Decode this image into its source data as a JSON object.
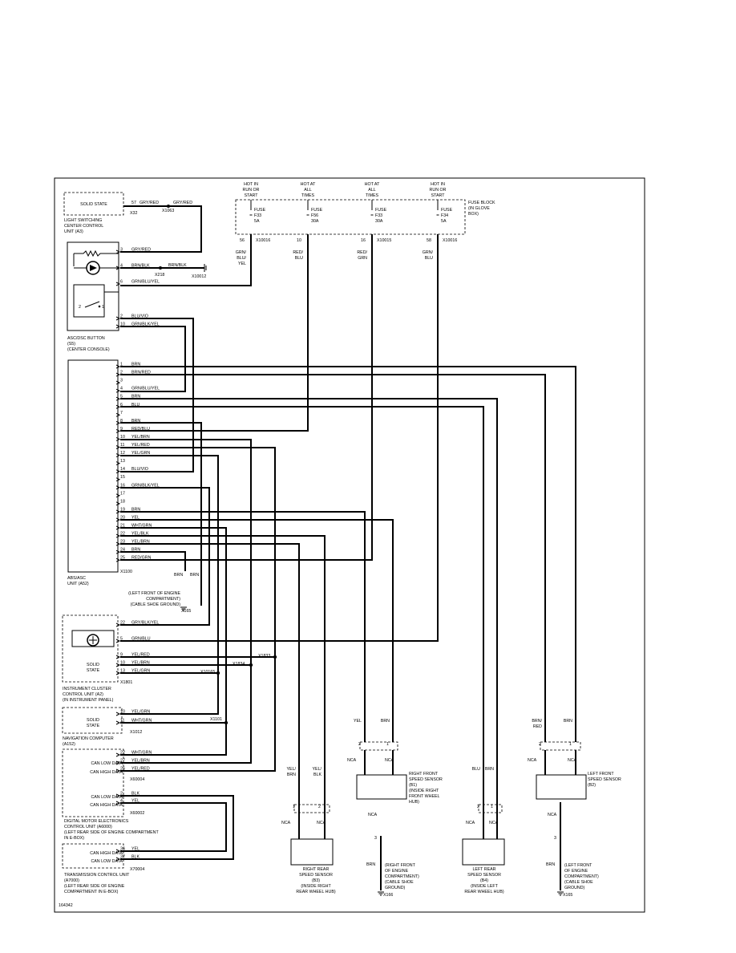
{
  "figure_id": "164342",
  "fuses": [
    {
      "hot": [
        "HOT IN",
        "RUN OR",
        "START"
      ],
      "fuse": [
        "FUSE",
        "F33",
        "5A"
      ],
      "pin": "56",
      "conn": "X10016",
      "wire": [
        "GRN/",
        "BLU/",
        "YEL"
      ]
    },
    {
      "hot": [
        "HOT AT",
        "ALL",
        "TIMES"
      ],
      "fuse": [
        "FUSE",
        "F56",
        "30A"
      ],
      "pin": "10",
      "conn": "",
      "wire": [
        "RED/",
        "BLU"
      ]
    },
    {
      "hot": [
        "HOT AT",
        "ALL",
        "TIMES"
      ],
      "fuse": [
        "FUSE",
        "F33",
        "30A"
      ],
      "pin": "16",
      "conn": "X10015",
      "wire": [
        "RED/",
        "GRN"
      ]
    },
    {
      "hot": [
        "HOT IN",
        "RUN OR",
        "START"
      ],
      "fuse": [
        "FUSE",
        "F34",
        "5A"
      ],
      "pin": "58",
      "conn": "X10016",
      "wire": [
        "GRN/",
        "BLU"
      ]
    }
  ],
  "fuse_block": [
    "FUSE BLOCK",
    "(IN GLOVE",
    "BOX)"
  ],
  "light_switch": {
    "inner": "SOLID STATE",
    "pin": "57",
    "wire": "GRY/RED",
    "conn": "X32",
    "splice": "X1063",
    "wire2": "GRY/RED",
    "label": [
      "LIGHT SWITCHING",
      "CENTER CONTROL",
      "UNIT (A3)"
    ]
  },
  "asc_button": {
    "pins": [
      {
        "pin": "3",
        "wire": "GRY/RED"
      },
      {
        "pin": "4",
        "wire": "BRN/BLK"
      },
      {
        "pin": "6",
        "wire": "GRN/BLU/YEL"
      },
      {
        "pin": "2",
        "wire": "BLU/VIO"
      },
      {
        "pin": "10",
        "wire": "GRN/BLK/YEL"
      }
    ],
    "switch_pins": [
      "2",
      "1"
    ],
    "ground": {
      "splice": "X218",
      "wire": "BRN/BLK",
      "conn": "X10012"
    },
    "label": [
      "ASC/DSC BUTTON",
      "(S5)",
      "(CENTER CONSOLE)"
    ]
  },
  "abs_unit": {
    "pins": [
      {
        "pin": "1",
        "wire": "BRN"
      },
      {
        "pin": "2",
        "wire": "BRN/RED"
      },
      {
        "pin": "3",
        "wire": ""
      },
      {
        "pin": "4",
        "wire": "GRN/BLU/YEL"
      },
      {
        "pin": "5",
        "wire": "BRN"
      },
      {
        "pin": "6",
        "wire": "BLU"
      },
      {
        "pin": "7",
        "wire": ""
      },
      {
        "pin": "8",
        "wire": "BRN"
      },
      {
        "pin": "9",
        "wire": "RED/BLU"
      },
      {
        "pin": "10",
        "wire": "YEL/BRN"
      },
      {
        "pin": "11",
        "wire": "YEL/RED"
      },
      {
        "pin": "12",
        "wire": "YEL/GRN"
      },
      {
        "pin": "13",
        "wire": ""
      },
      {
        "pin": "14",
        "wire": "BLU/VIO"
      },
      {
        "pin": "15",
        "wire": ""
      },
      {
        "pin": "16",
        "wire": "GRN/BLK/YEL"
      },
      {
        "pin": "17",
        "wire": ""
      },
      {
        "pin": "18",
        "wire": ""
      },
      {
        "pin": "19",
        "wire": "BRN"
      },
      {
        "pin": "20",
        "wire": "YEL"
      },
      {
        "pin": "21",
        "wire": "WHT/GRN"
      },
      {
        "pin": "22",
        "wire": "YEL/BLK"
      },
      {
        "pin": "23",
        "wire": "YEL/BRN"
      },
      {
        "pin": "24",
        "wire": "BRN"
      },
      {
        "pin": "25",
        "wire": "RED/GRN"
      }
    ],
    "conn": "X1100",
    "label": [
      "ABS/ASC",
      "UNIT (A52)"
    ]
  },
  "engine_ground": {
    "wires": [
      "BRN",
      "BRN"
    ],
    "label": [
      "(LEFT FRONT OF ENGINE",
      "COMPARTMENT)",
      "(CABLE SHOE GROUND)"
    ],
    "conn": "X165"
  },
  "cluster": {
    "pins": [
      {
        "pin": "22",
        "wire": "GRY/BLK/YEL"
      },
      {
        "pin": "5",
        "wire": "GRN/BLU"
      },
      {
        "pin": "9",
        "wire": "YEL/RED"
      },
      {
        "pin": "10",
        "wire": "YEL/BRN"
      },
      {
        "pin": "13",
        "wire": "YEL/GRN"
      }
    ],
    "conn": "X1801",
    "inner": [
      "SOLID",
      "STATE"
    ],
    "splices": [
      "X1833",
      "X1834",
      "X10165"
    ],
    "label": [
      "INSTRUMENT CLUSTER",
      "CONTROL UNIT (A2)",
      "(IN INSTRUMENT PANEL)"
    ]
  },
  "nav": {
    "inner": [
      "SOLID",
      "STATE"
    ],
    "pins": [
      {
        "pin": "10",
        "wire": "YEL/GRN"
      },
      {
        "pin": "11",
        "wire": "WHT/GRN"
      }
    ],
    "conn": "X1012",
    "splice": "X1101",
    "label": [
      "NAVIGATION COMPUTER",
      "(A152)"
    ]
  },
  "dme": {
    "block1": {
      "labels": [
        "CAN LOW DATA",
        "CAN HIGH DATA"
      ],
      "pins": [
        {
          "pin": "22",
          "wire": "WHT/GRN"
        },
        {
          "pin": "27",
          "wire": "YEL/BRN"
        },
        {
          "pin": "26",
          "wire": "YEL/RED"
        }
      ],
      "conn": "X60004"
    },
    "block2": {
      "labels": [
        "CAN LOW DATA",
        "CAN HIGH DATA"
      ],
      "pins": [
        {
          "pin": "2",
          "wire": "BLK"
        },
        {
          "pin": "4",
          "wire": "YEL"
        }
      ],
      "conn": "X60002"
    },
    "label": [
      "DIGITAL MOTOR ELECTRONICS",
      "CONTROL UNIT (A6000)",
      "(LEFT REAR SIDE OF ENGINE COMPARTMENT",
      "IN E-BOX)"
    ]
  },
  "tcu": {
    "labels": [
      "CAN HIGH DATA",
      "CAN LOW DATA"
    ],
    "pins": [
      {
        "pin": "36",
        "wire": "YEL"
      },
      {
        "pin": "37",
        "wire": "BLK"
      }
    ],
    "conn": "X70004",
    "label": [
      "TRANSMISSION CONTROL UNIT",
      "(A7000)",
      "(LEFT REAR SIDE OF ENGINE",
      "COMPARTMENT IN E-BOX)"
    ]
  },
  "sensors": [
    {
      "key": "rr",
      "wires": [
        [
          "YEL/",
          "BRN"
        ],
        [
          "YEL/",
          "BLK"
        ]
      ],
      "pins": [
        "1",
        "2"
      ],
      "nca": "NCA",
      "label": [
        "RIGHT REAR",
        "SPEED SENSOR",
        "(B3)",
        "(INSIDE RIGHT",
        "REAR WHEEL HUB)"
      ]
    },
    {
      "key": "rf",
      "wires": [
        [
          "YEL"
        ],
        [
          "BRN"
        ]
      ],
      "pins": [
        "2",
        "1",
        "3"
      ],
      "nca": "NCA",
      "label": [
        "RIGHT FRONT",
        "SPEED SENSOR",
        "(B1)",
        "(INSIDE RIGHT",
        "FRONT WHEEL",
        "HUB)"
      ],
      "ground_wire": "BRN",
      "ground_label": [
        "(RIGHT FRONT",
        "OF ENGINE",
        "COMPARTMENT)",
        "(CABLE SHOE",
        "GROUND)"
      ],
      "ground_conn": "X166"
    },
    {
      "key": "lr",
      "wires": [
        [
          "BLU"
        ],
        [
          "BRN"
        ]
      ],
      "pins": [
        "2",
        "1"
      ],
      "nca": "NCA",
      "label": [
        "LEFT REAR",
        "SPEED SENSOR",
        "(B4)",
        "(INSIDE LEFT",
        "REAR WHEEL HUB)"
      ]
    },
    {
      "key": "lf",
      "wires": [
        [
          "BRN/",
          "RED"
        ],
        [
          "BRN"
        ]
      ],
      "pins": [
        "2",
        "1",
        "3"
      ],
      "nca": "NCA",
      "label": [
        "LEFT FRONT",
        "SPEED SENSOR",
        "(B2)"
      ],
      "ground_wire": "BRN",
      "ground_label": [
        "(LEFT FRONT",
        "OF ENGINE",
        "COMPARTMENT)",
        "(CABLE SHOE",
        "GROUND)"
      ],
      "ground_conn": "X165"
    }
  ]
}
